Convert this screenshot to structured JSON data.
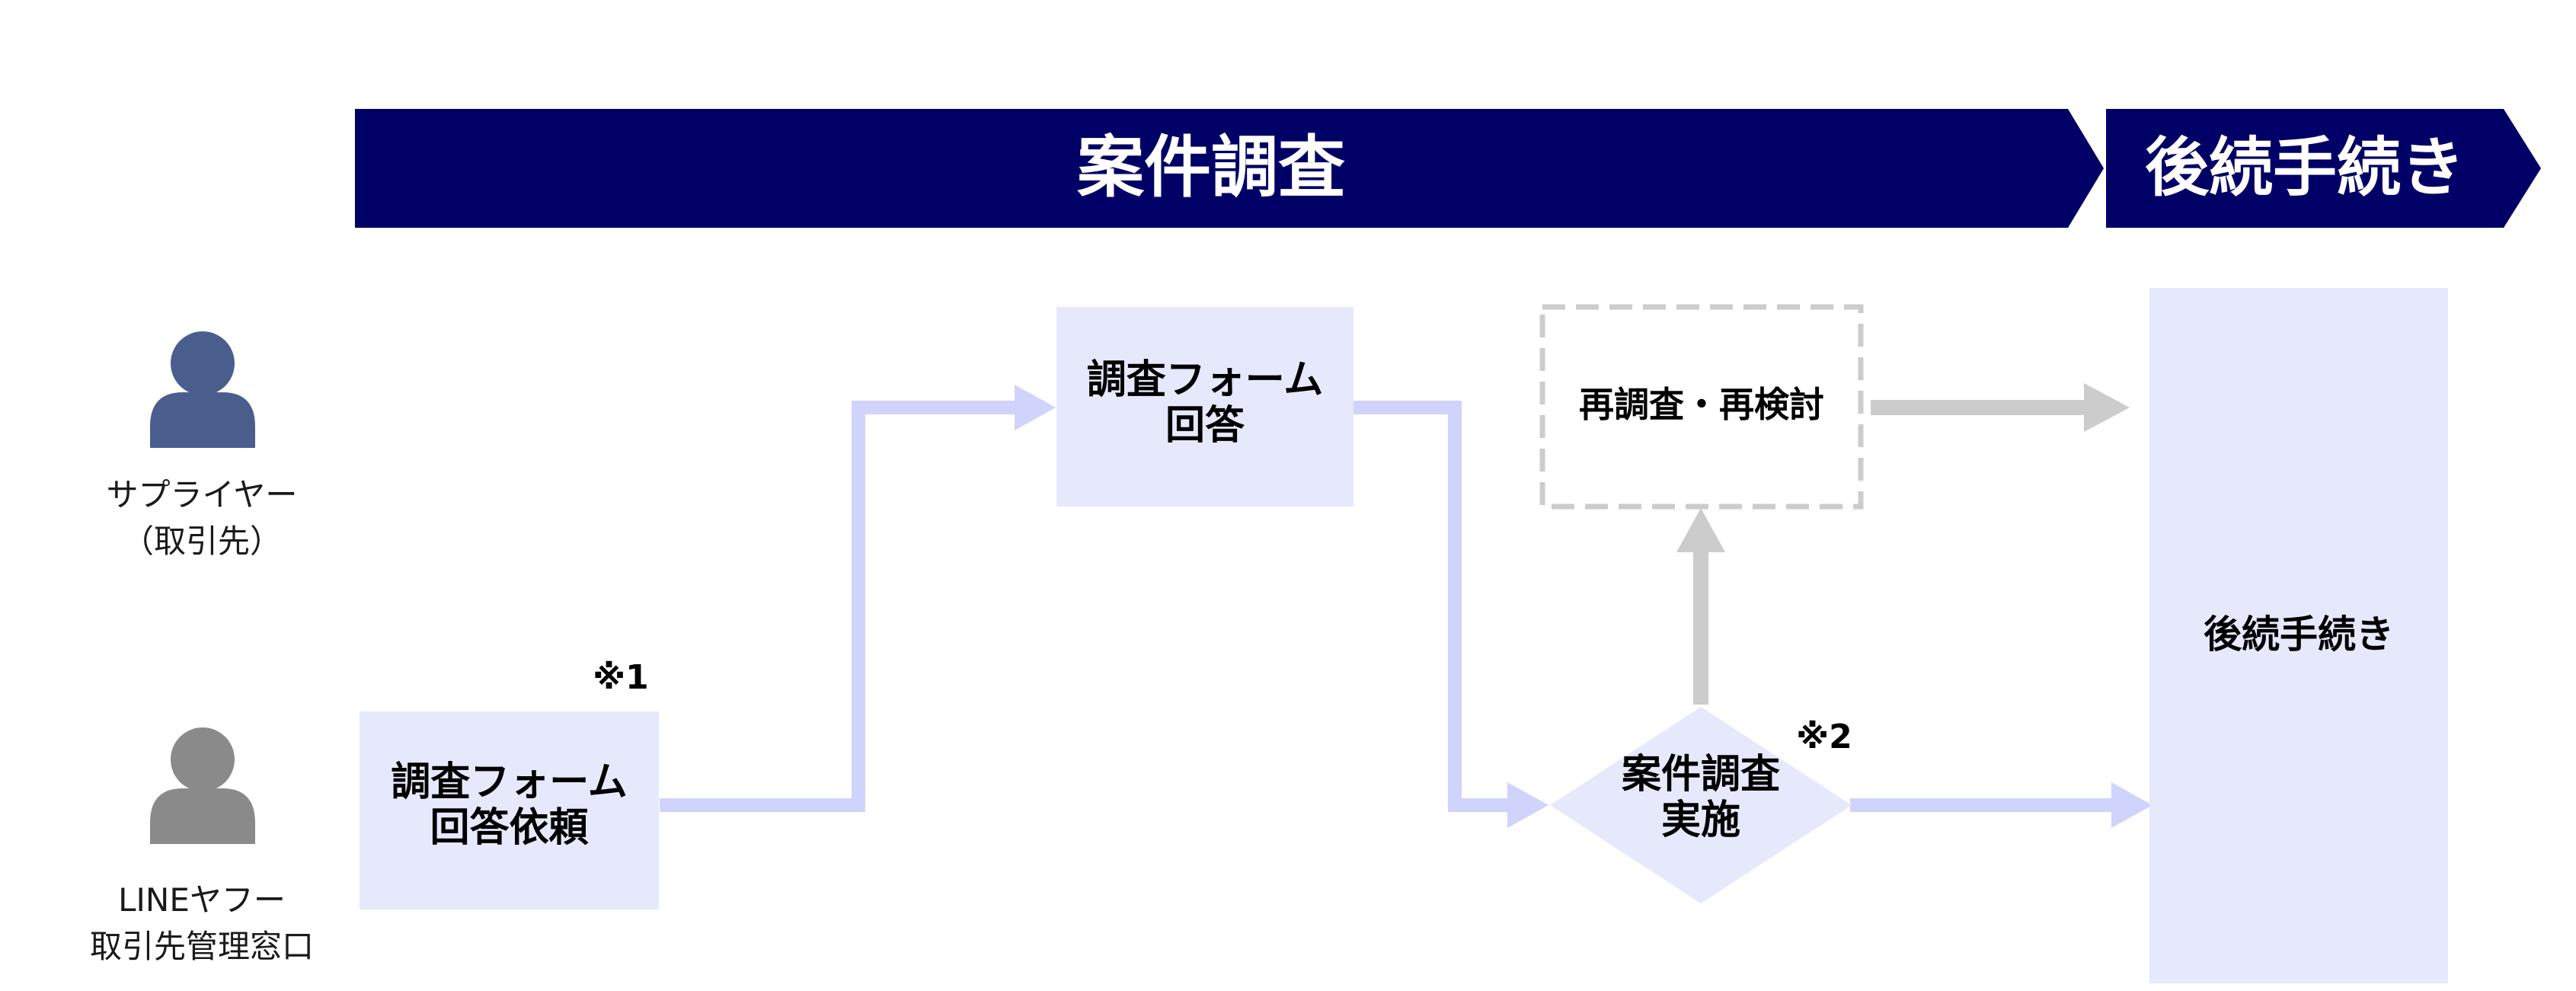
{
  "phases": {
    "survey": "案件調査",
    "followup": "後続手続き"
  },
  "actors": {
    "supplier": {
      "line1": "サプライヤー",
      "line2": "（取引先）"
    },
    "line_yahoo": {
      "line1": "LINEヤフー",
      "line2": "取引先管理窓口"
    }
  },
  "steps": {
    "request_line1": "調査フォーム",
    "request_line2": "回答依頼",
    "answer_line1": "調査フォーム",
    "answer_line2": "回答",
    "reexamine": "再調査・再検討",
    "execute_line1": "案件調査",
    "execute_line2": "実施",
    "followup": "後続手続き"
  },
  "notes": {
    "note1": "※1",
    "note2": "※2"
  },
  "colors": {
    "phase_bar": "#000066",
    "box_fill": "#e5e9fb",
    "flow_arrow": "#d0d3fb",
    "gray_arrow": "#cccccc",
    "dashed_border": "#cccccc",
    "supplier_icon": "#4a5e8e",
    "line_yahoo_icon": "#8a8a8a"
  }
}
